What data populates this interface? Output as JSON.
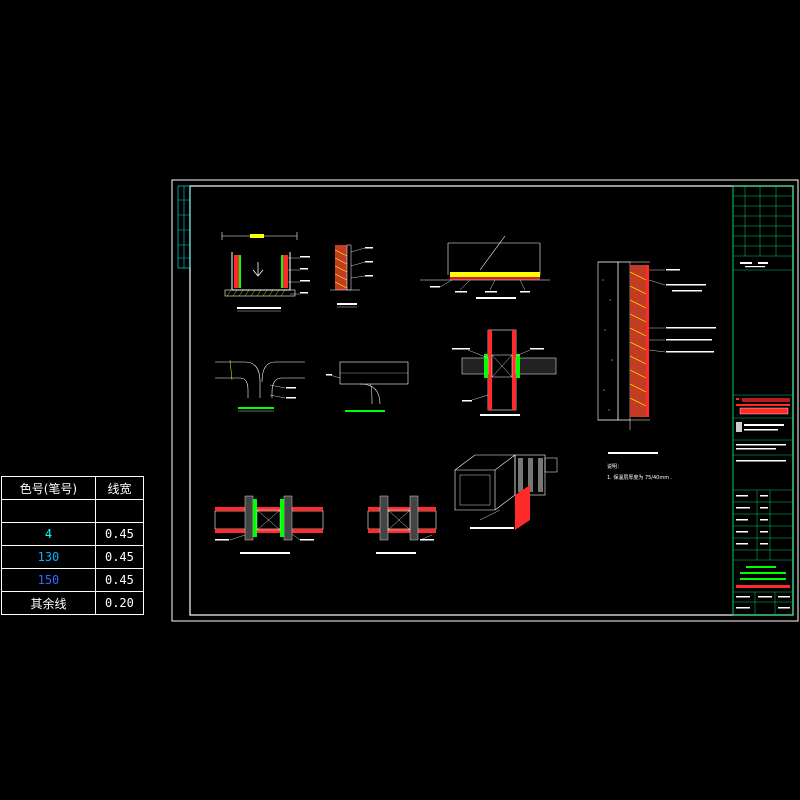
{
  "pen_table": {
    "headers": [
      "色号(笔号)",
      "线宽"
    ],
    "rows": [
      {
        "color_id": "",
        "width": "",
        "color": "#ffffff"
      },
      {
        "color_id": "4",
        "width": "0.45",
        "color": "#00ffff"
      },
      {
        "color_id": "130",
        "width": "0.45",
        "color": "#00b2ff"
      },
      {
        "color_id": "150",
        "width": "0.45",
        "color": "#2b6cff"
      },
      {
        "color_id": "其余线",
        "width": "0.20",
        "color": "#ffffff"
      }
    ]
  },
  "drawing": {
    "note_title": "说明：",
    "note_line": "1. 保温层厚度为 75/40mm ."
  },
  "colors": {
    "background": "#000000",
    "frame": "#ffffff",
    "title_block": "#00ff7f",
    "insulation": "#ff2a2a",
    "sealant": "#00ff00",
    "leader": "#ffffff",
    "text_yellow": "#ffff00",
    "brick": "#c23b22"
  }
}
